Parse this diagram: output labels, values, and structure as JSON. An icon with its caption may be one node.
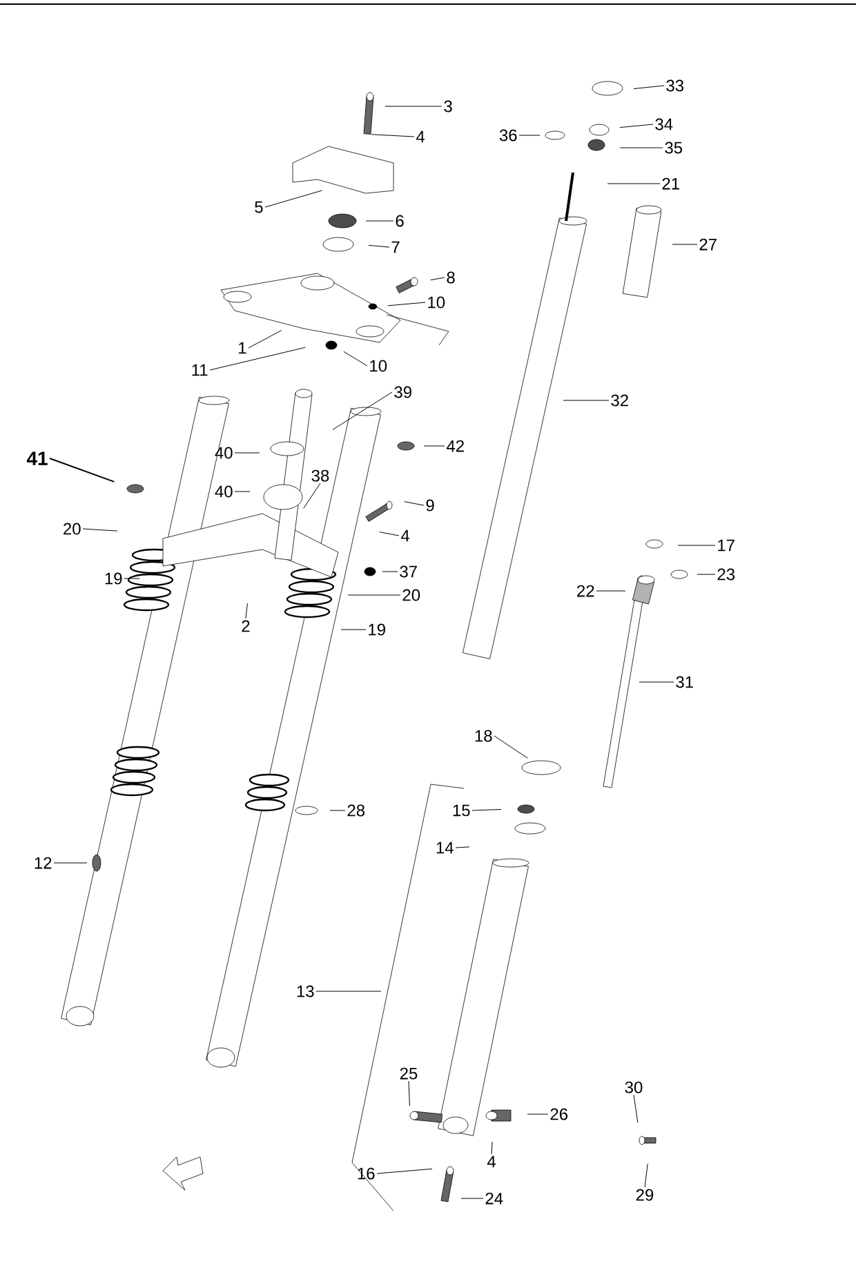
{
  "diagram": {
    "nodes": [
      {
        "text": [
          "3"
        ]
      },
      {
        "text": [
          "4"
        ]
      },
      {
        "text": [
          "5"
        ]
      },
      {
        "text": [
          "6"
        ]
      },
      {
        "text": [
          "7"
        ]
      },
      {
        "text": [
          "8"
        ]
      },
      {
        "text": [
          "10"
        ]
      },
      {
        "text": [
          "1"
        ]
      },
      {
        "text": [
          "11"
        ]
      },
      {
        "text": [
          "10"
        ]
      },
      {
        "text": [
          "39"
        ]
      },
      {
        "text": [
          "40"
        ]
      },
      {
        "text": [
          "40"
        ]
      },
      {
        "text": [
          "38"
        ]
      },
      {
        "text": [
          "41"
        ]
      },
      {
        "text": [
          "42"
        ]
      },
      {
        "text": [
          "9"
        ]
      },
      {
        "text": [
          "4"
        ]
      },
      {
        "text": [
          "20"
        ]
      },
      {
        "text": [
          "19"
        ]
      },
      {
        "text": [
          "2"
        ]
      },
      {
        "text": [
          "37"
        ]
      },
      {
        "text": [
          "20"
        ]
      },
      {
        "text": [
          "19"
        ]
      },
      {
        "text": [
          "33"
        ]
      },
      {
        "text": [
          "34"
        ]
      },
      {
        "text": [
          "36"
        ]
      },
      {
        "text": [
          "35"
        ]
      },
      {
        "text": [
          "21"
        ]
      },
      {
        "text": [
          "27"
        ]
      },
      {
        "text": [
          "32"
        ]
      },
      {
        "text": [
          "17"
        ]
      },
      {
        "text": [
          "23"
        ]
      },
      {
        "text": [
          "22"
        ]
      },
      {
        "text": [
          "31"
        ]
      },
      {
        "text": [
          "18"
        ]
      },
      {
        "text": [
          "28"
        ]
      },
      {
        "text": [
          "15"
        ]
      },
      {
        "text": [
          "14"
        ]
      },
      {
        "text": [
          "12"
        ]
      },
      {
        "text": [
          "13"
        ]
      },
      {
        "text": [
          "25"
        ]
      },
      {
        "text": [
          "26"
        ]
      },
      {
        "text": [
          "4"
        ]
      },
      {
        "text": [
          "30"
        ]
      },
      {
        "text": [
          "16"
        ]
      },
      {
        "text": [
          "24"
        ]
      },
      {
        "text": [
          "29"
        ]
      }
    ],
    "edges": [
      {
        "from": 0,
        "to": null,
        "arrow": "none"
      },
      {
        "from": 1,
        "to": null,
        "arrow": "none"
      },
      {
        "from": 2,
        "to": null,
        "arrow": "none"
      },
      {
        "from": 3,
        "to": null,
        "arrow": "none"
      },
      {
        "from": 4,
        "to": null,
        "arrow": "none"
      },
      {
        "from": 5,
        "to": null,
        "arrow": "none"
      },
      {
        "from": 6,
        "to": null,
        "arrow": "none"
      },
      {
        "from": 7,
        "to": null,
        "arrow": "none"
      },
      {
        "from": 8,
        "to": null,
        "arrow": "none"
      },
      {
        "from": 9,
        "to": null,
        "arrow": "none"
      },
      {
        "from": 10,
        "to": null,
        "arrow": "none"
      },
      {
        "from": 11,
        "to": null,
        "arrow": "none"
      },
      {
        "from": 12,
        "to": null,
        "arrow": "none"
      },
      {
        "from": 13,
        "to": null,
        "arrow": "none"
      },
      {
        "from": 14,
        "to": null,
        "arrow": "none"
      },
      {
        "from": 15,
        "to": null,
        "arrow": "none"
      },
      {
        "from": 16,
        "to": null,
        "arrow": "none"
      },
      {
        "from": 17,
        "to": null,
        "arrow": "none"
      },
      {
        "from": 18,
        "to": null,
        "arrow": "none"
      },
      {
        "from": 19,
        "to": null,
        "arrow": "none"
      },
      {
        "from": 20,
        "to": null,
        "arrow": "none"
      },
      {
        "from": 21,
        "to": null,
        "arrow": "none"
      },
      {
        "from": 22,
        "to": null,
        "arrow": "none"
      },
      {
        "from": 23,
        "to": null,
        "arrow": "none"
      },
      {
        "from": 24,
        "to": null,
        "arrow": "none"
      },
      {
        "from": 25,
        "to": null,
        "arrow": "none"
      },
      {
        "from": 26,
        "to": null,
        "arrow": "none"
      },
      {
        "from": 27,
        "to": null,
        "arrow": "none"
      },
      {
        "from": 28,
        "to": null,
        "arrow": "none"
      },
      {
        "from": 29,
        "to": null,
        "arrow": "none"
      },
      {
        "from": 30,
        "to": null,
        "arrow": "none"
      },
      {
        "from": 31,
        "to": null,
        "arrow": "none"
      },
      {
        "from": 32,
        "to": null,
        "arrow": "none"
      },
      {
        "from": 33,
        "to": null,
        "arrow": "none"
      },
      {
        "from": 34,
        "to": null,
        "arrow": "none"
      },
      {
        "from": 35,
        "to": null,
        "arrow": "none"
      },
      {
        "from": 36,
        "to": null,
        "arrow": "none"
      },
      {
        "from": 37,
        "to": null,
        "arrow": "none"
      },
      {
        "from": 38,
        "to": null,
        "arrow": "none"
      },
      {
        "from": 39,
        "to": null,
        "arrow": "none"
      },
      {
        "from": 40,
        "to": null,
        "arrow": "none"
      },
      {
        "from": 41,
        "to": null,
        "arrow": "none"
      },
      {
        "from": 42,
        "to": null,
        "arrow": "none"
      },
      {
        "from": 43,
        "to": null,
        "arrow": "none"
      },
      {
        "from": 44,
        "to": null,
        "arrow": "none"
      },
      {
        "from": 45,
        "to": null,
        "arrow": "none"
      },
      {
        "from": 46,
        "to": null,
        "arrow": "none"
      },
      {
        "from": 47,
        "to": null,
        "arrow": "none"
      }
    ]
  }
}
